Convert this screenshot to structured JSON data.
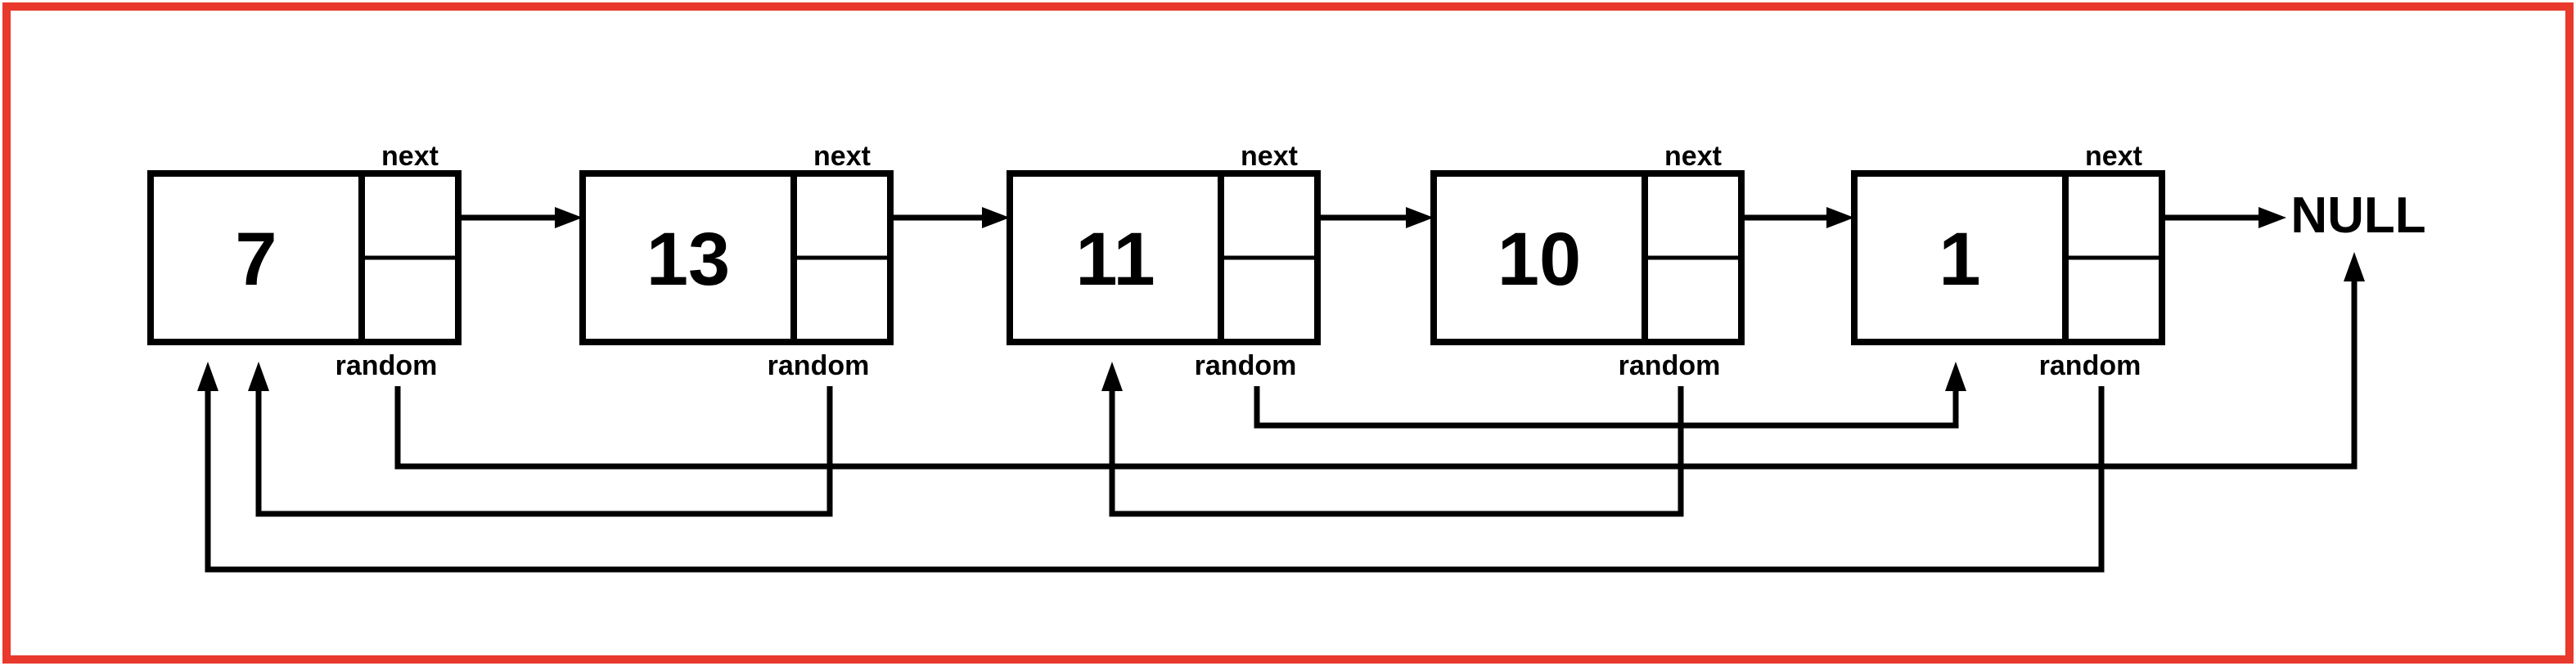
{
  "frame": {
    "border_color": "#e8392c",
    "background": "#ffffff",
    "line_color": "#000000"
  },
  "labels": {
    "next": "next",
    "random": "random"
  },
  "null_label": "NULL",
  "nodes": [
    {
      "value": "7",
      "next_target": "13",
      "random_target": "NULL"
    },
    {
      "value": "13",
      "next_target": "11",
      "random_target": "7"
    },
    {
      "value": "11",
      "next_target": "10",
      "random_target": "1"
    },
    {
      "value": "10",
      "next_target": "1",
      "random_target": "11"
    },
    {
      "value": "1",
      "next_target": "NULL",
      "random_target": "7"
    }
  ]
}
